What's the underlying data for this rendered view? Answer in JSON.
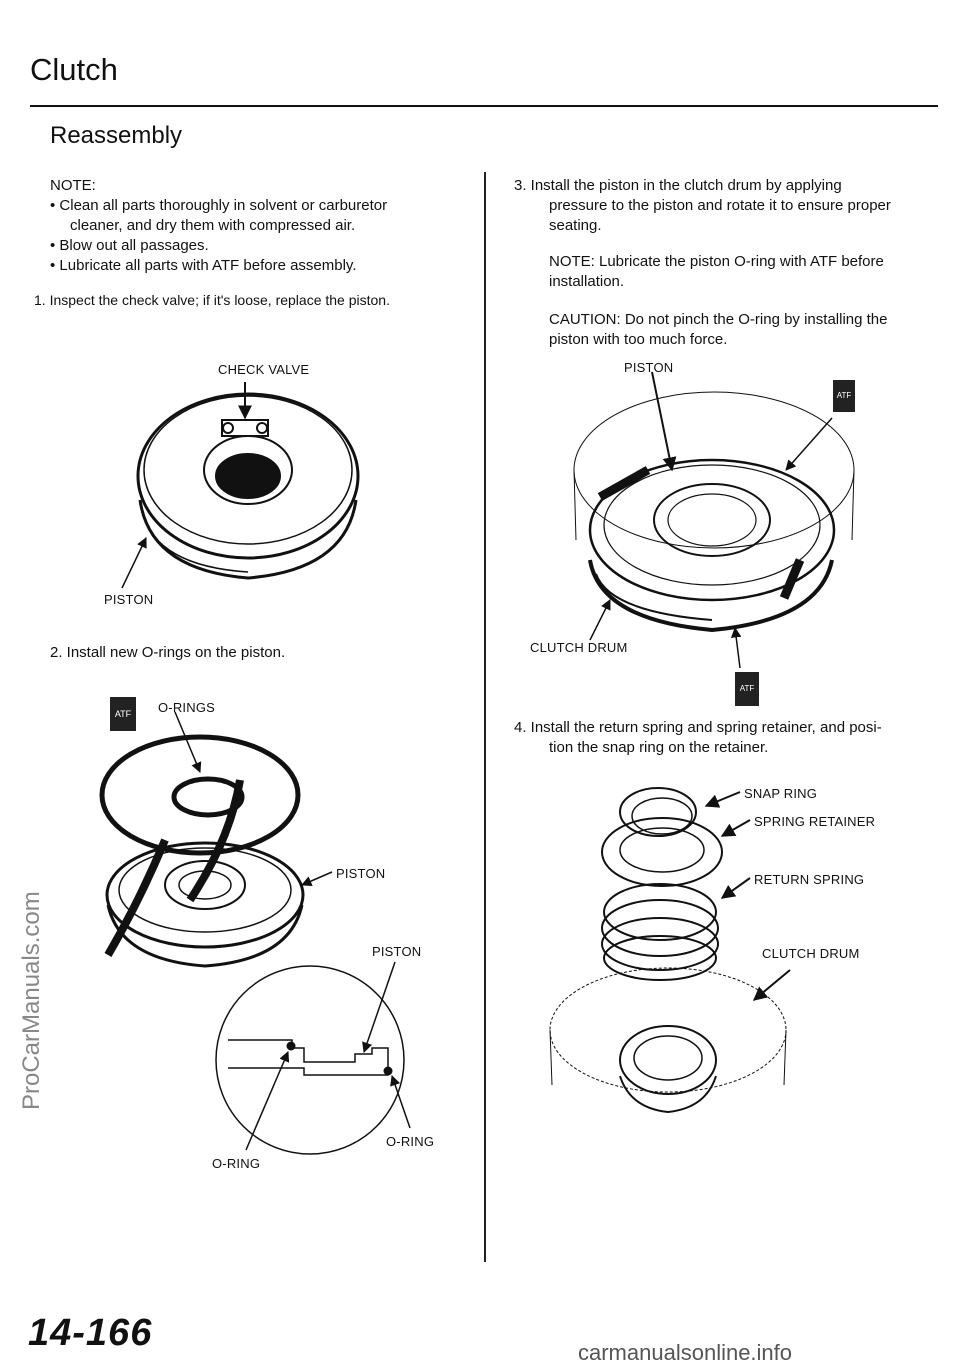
{
  "header": {
    "title": "Clutch",
    "subtitle": "Reassembly"
  },
  "left": {
    "note_heading": "NOTE:",
    "notes": [
      "• Clean all parts thoroughly in solvent or carburetor",
      "cleaner, and dry them with compressed air.",
      "• Blow out all passages.",
      "• Lubricate all parts with ATF before assembly."
    ],
    "step1": "1.  Inspect the check valve; if it's loose, replace the piston.",
    "fig1": {
      "check_valve": "CHECK VALVE",
      "piston": "PISTON"
    },
    "step2": "2.  Install new O-rings on the piston.",
    "fig2": {
      "atf": "ATF",
      "o_rings": "O-RINGS",
      "piston_a": "PISTON",
      "piston_b": "PISTON",
      "o_ring_a": "O-RING",
      "o_ring_b": "O-RING"
    }
  },
  "right": {
    "step3_lines": [
      "3.   Install the piston in the clutch drum by applying",
      "pressure to the piston and rotate it to ensure proper",
      "seating."
    ],
    "note_lines": [
      "NOTE: Lubricate the piston O-ring with ATF before",
      "installation."
    ],
    "caution_lines": [
      "CAUTION: Do not pinch the O-ring by installing the",
      "piston with too much force."
    ],
    "fig3": {
      "piston": "PISTON",
      "clutch_drum": "CLUTCH  DRUM",
      "atf_a": "ATF",
      "atf_b": "ATF"
    },
    "step4_lines": [
      "4.  Install the return spring and spring retainer, and posi-",
      "tion the snap ring on the retainer."
    ],
    "fig4": {
      "snap_ring": "SNAP RING",
      "spring_retainer": "SPRING RETAINER",
      "return_spring": "RETURN SPRING",
      "clutch_drum": "CLUTCH  DRUM"
    }
  },
  "page_number": "14-166",
  "watermark": "ProCarManuals.com",
  "footer": "carmanualsonline.info"
}
